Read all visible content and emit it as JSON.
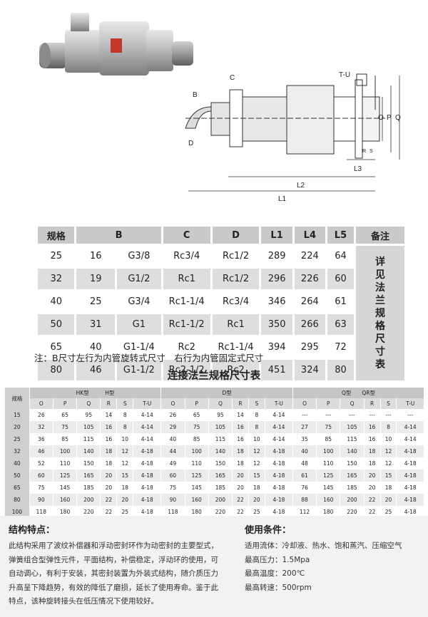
{
  "drawing": {
    "labels": {
      "tu": "T-U",
      "c": "C",
      "b": "B",
      "d": "D",
      "o": "O",
      "p": "P",
      "q": "Q",
      "r": "R",
      "s": "S",
      "l3": "L3",
      "l2": "L2",
      "l1": "L1"
    }
  },
  "spec_table": {
    "headers": [
      "规格",
      "B",
      "C",
      "D",
      "L1",
      "L4",
      "L5",
      "备注"
    ],
    "rows": [
      [
        "25",
        "16",
        "G3/8",
        "Rc3/4",
        "Rc1/2",
        "289",
        "224",
        "64"
      ],
      [
        "32",
        "19",
        "G1/2",
        "Rc1",
        "Rc1/2",
        "296",
        "226",
        "60"
      ],
      [
        "40",
        "25",
        "G3/4",
        "Rc1-1/4",
        "Rc3/4",
        "346",
        "264",
        "61"
      ],
      [
        "50",
        "31",
        "G1",
        "Rc1-1/2",
        "Rc1",
        "350",
        "266",
        "63"
      ],
      [
        "65",
        "40",
        "G1-1/4",
        "Rc2",
        "Rc1-1/4",
        "394",
        "295",
        "72"
      ],
      [
        "80",
        "46",
        "G1-1/2",
        "Rc2-1/2",
        "Rc2",
        "451",
        "324",
        "80"
      ]
    ],
    "remark": "详见法兰规格尺寸表"
  },
  "note": "注：B尺寸左行为内管旋转式尺寸　右行为内管固定式尺寸",
  "flange_title": "连接法兰规格尺寸表",
  "flange_table": {
    "size_header": "规格",
    "groups": [
      {
        "label": "HK型　　　H型"
      },
      {
        "label": "D型"
      },
      {
        "label": "Q型　　QR型"
      }
    ],
    "cols": [
      "O",
      "P",
      "Q",
      "R",
      "S",
      "T-U"
    ],
    "rows": [
      [
        "15",
        "26",
        "65",
        "95",
        "14",
        "8",
        "4-14",
        "26",
        "65",
        "95",
        "14",
        "8",
        "4-14",
        "---",
        "---",
        "---",
        "---",
        "---",
        "---"
      ],
      [
        "20",
        "32",
        "75",
        "105",
        "16",
        "8",
        "4-14",
        "29",
        "75",
        "105",
        "16",
        "8",
        "4-14",
        "27",
        "75",
        "105",
        "16",
        "8",
        "4-14"
      ],
      [
        "25",
        "36",
        "85",
        "115",
        "16",
        "10",
        "4-14",
        "40",
        "85",
        "115",
        "16",
        "10",
        "4-14",
        "35",
        "85",
        "115",
        "16",
        "10",
        "4-14"
      ],
      [
        "32",
        "46",
        "100",
        "140",
        "18",
        "12",
        "4-18",
        "44",
        "100",
        "140",
        "18",
        "12",
        "4-18",
        "40",
        "100",
        "140",
        "18",
        "12",
        "4-18"
      ],
      [
        "40",
        "52",
        "110",
        "150",
        "18",
        "12",
        "4-18",
        "49",
        "110",
        "150",
        "18",
        "12",
        "4-18",
        "48",
        "110",
        "150",
        "18",
        "12",
        "4-18"
      ],
      [
        "50",
        "60",
        "125",
        "165",
        "20",
        "15",
        "4-18",
        "60",
        "125",
        "165",
        "20",
        "15",
        "4-18",
        "61",
        "125",
        "165",
        "20",
        "15",
        "4-18"
      ],
      [
        "65",
        "75",
        "145",
        "185",
        "20",
        "18",
        "4-18",
        "75",
        "145",
        "185",
        "20",
        "18",
        "4-18",
        "76",
        "145",
        "185",
        "20",
        "18",
        "4-18"
      ],
      [
        "80",
        "90",
        "160",
        "200",
        "22",
        "20",
        "4-18",
        "90",
        "160",
        "200",
        "22",
        "20",
        "4-18",
        "88",
        "160",
        "200",
        "22",
        "20",
        "4-18"
      ],
      [
        "100",
        "118",
        "180",
        "220",
        "22",
        "25",
        "4-18",
        "118",
        "180",
        "220",
        "22",
        "25",
        "4-18",
        "112",
        "180",
        "220",
        "22",
        "25",
        "4-18"
      ]
    ]
  },
  "features": {
    "title": "结构特点：",
    "lines": [
      "此结构采用了波纹补偿器和浮动密封环作为动密封的主要型式，",
      "弹簧组合型弹性元件，平面结构，补偿稳定，浮动环的使用，可",
      "自动调心，有利于安装，其密封装置为外装式结构，随介质压力",
      "升高呈下降趋势，有效的降低了磨损，延长了使用寿命。鉴于此",
      "特点，该种旋转接头在低压情况下使用较好。"
    ]
  },
  "conditions": {
    "title": "使用条件：",
    "lines": [
      "适用流体：冷却液、热水、饱和蒸汽、压缩空气",
      "最高压力：1.5Mpa",
      "最高温度：200℃",
      "最高转速：500rpm"
    ]
  }
}
